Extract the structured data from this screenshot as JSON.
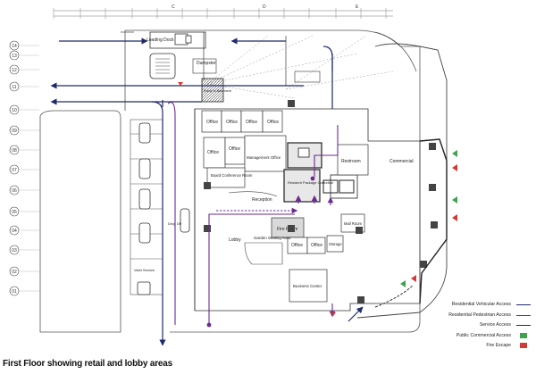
{
  "caption": "First Floor showing retail and lobby areas",
  "legend": [
    {
      "label": "Residential Vehicular Access",
      "color": "#1f2a6b",
      "kind": "line"
    },
    {
      "label": "Residential Pedestrian Access",
      "color": "#6a2c8c",
      "kind": "line"
    },
    {
      "label": "Service Access",
      "color": "#1f2a6b",
      "kind": "line"
    },
    {
      "label": "Public Commercial Access",
      "color": "#3fa34d",
      "kind": "box"
    },
    {
      "label": "Fire Escape",
      "color": "#d23a32",
      "kind": "box"
    }
  ],
  "grid_rows": [
    "14",
    "13",
    "12",
    "11",
    "10",
    "09",
    "08",
    "07",
    "06",
    "05",
    "04",
    "03",
    "02",
    "01"
  ],
  "grid_top": [
    "C",
    "D",
    "E"
  ],
  "rooms": {
    "loading_dock": "Loading Dock",
    "dumpster": "Dumpster",
    "office": "Office",
    "management_office": "Management Office",
    "board_conference": "Board Conference Room",
    "reception": "Reception",
    "lobby": "Lobby",
    "garden_seating": "Garden Seating Area",
    "fire_room": "Fire Room",
    "business_center": "Business Center",
    "restroom": "Restroom",
    "commercial": "Commercial",
    "storage": "Storage",
    "mail_room": "Mail Room",
    "drop_off": "Drop Off",
    "valet_service": "Valet Service",
    "stair": "Stair",
    "ramp": "Ramp to Basement",
    "package": "Resident Package Collection"
  },
  "colors": {
    "vehicular": "#1f2a6b",
    "pedestrian": "#6a2c8c",
    "green": "#3fa34d",
    "red": "#d23a32"
  }
}
